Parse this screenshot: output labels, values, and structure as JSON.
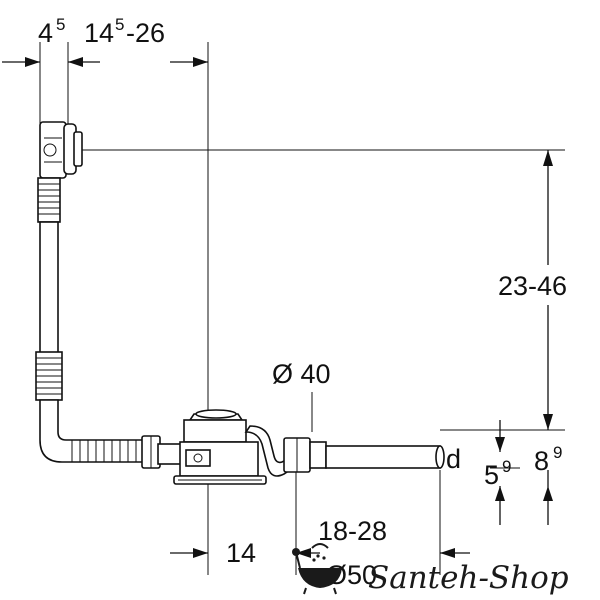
{
  "dimensions": {
    "top_left": {
      "base": "4",
      "sup": "5"
    },
    "top_right": {
      "base": "14",
      "sup": "5",
      "suffix": "-26"
    },
    "vertical_range": "23-46",
    "pipe_diameter": "Ø 40",
    "pipe_label_d": "d",
    "small_vertical": {
      "base": "5",
      "sup": "9"
    },
    "large_vertical": {
      "base": "8",
      "sup": "9"
    },
    "bottom_left": "14",
    "bottom_range": "18-28",
    "bottom_diameter": "Ø50"
  },
  "watermark": {
    "text": "Santeh-Shop",
    "icon": "bathtub-icon"
  },
  "colors": {
    "line": "#111111",
    "background": "#ffffff"
  }
}
